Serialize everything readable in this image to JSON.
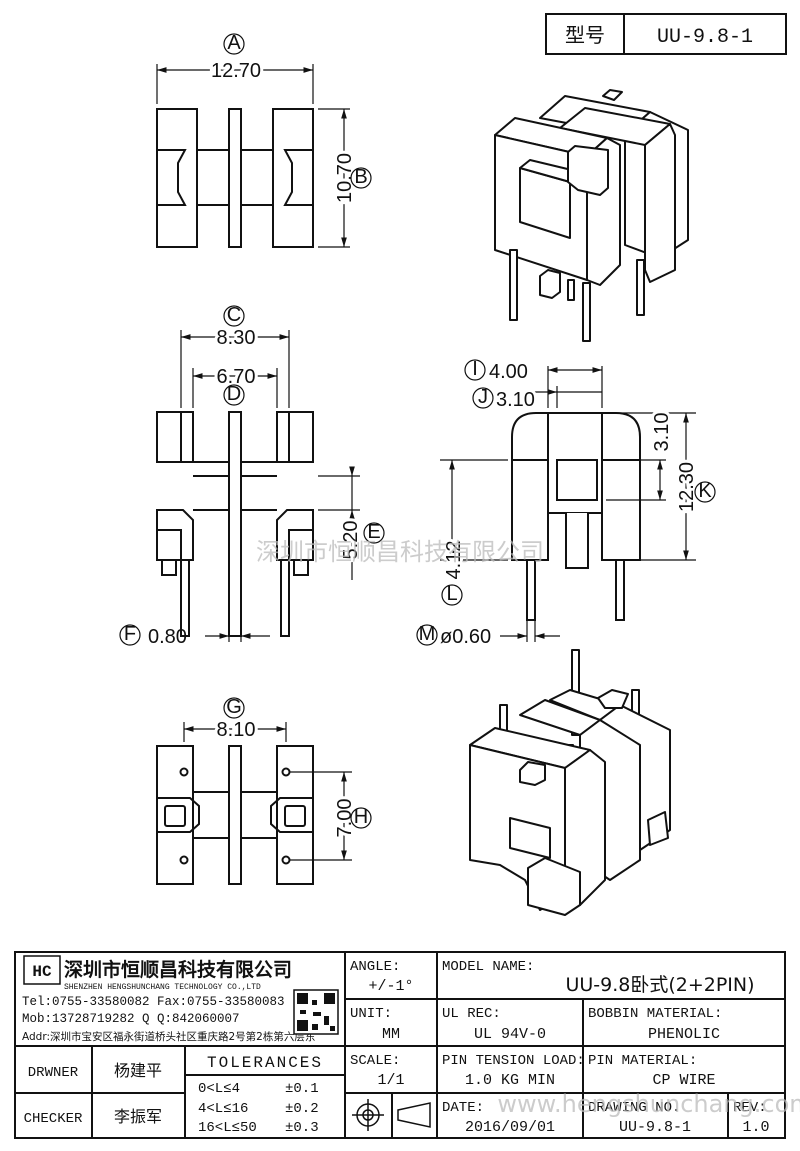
{
  "model_box": {
    "label": "型号",
    "value": "UU-9.8-1"
  },
  "dimensions": {
    "A": {
      "letter": "A",
      "value": "12.70"
    },
    "B": {
      "letter": "B",
      "value": "10.70"
    },
    "C": {
      "letter": "C",
      "value": "8.30"
    },
    "D": {
      "letter": "D",
      "value": "6.70"
    },
    "E": {
      "letter": "E",
      "value": "5.20"
    },
    "F": {
      "letter": "F",
      "value": "0.80"
    },
    "G": {
      "letter": "G",
      "value": "8.10"
    },
    "H": {
      "letter": "H",
      "value": "7.00"
    },
    "I": {
      "letter": "I",
      "value": "4.00"
    },
    "J": {
      "letter": "J",
      "value": "3.10"
    },
    "J2": {
      "value": "3.10"
    },
    "K": {
      "letter": "K",
      "value": "12.30"
    },
    "L": {
      "letter": "L",
      "value": "4.12"
    },
    "M": {
      "letter": "M",
      "value": "ø0.60"
    }
  },
  "watermark_center": "深圳市恒顺昌科技有限公司",
  "watermark_url": "www.hengshunchang.com",
  "company": {
    "logo_text": "HC",
    "name_cn": "深圳市恒顺昌科技有限公司",
    "name_en": "SHENZHEN HENGSHUNCHANG TECHNOLOGY CO.,LTD",
    "tel_fax": "Tel:0755-33580082 Fax:0755-33580083",
    "mob_qq": "Mob:13728719282    Q Q:842060007",
    "addr": "Addr:深圳市宝安区福永街道桥头社区重庆路2号第2栋第六层东"
  },
  "title_block": {
    "angle_label": "ANGLE:",
    "angle_value": "+/-1°",
    "unit_label": "UNIT:",
    "unit_value": "MM",
    "scale_label": "SCALE:",
    "scale_value": "1/1",
    "model_name_label": "MODEL NAME:",
    "model_name_value": "UU-9.8卧式(2+2PIN)",
    "ul_rec_label": "UL REC:",
    "ul_rec_value": "UL 94V-0",
    "bobbin_material_label": "BOBBIN MATERIAL:",
    "bobbin_material_value": "PHENOLIC",
    "pin_tension_label": "PIN TENSION LOAD:",
    "pin_tension_value": "1.0 KG MIN",
    "pin_material_label": "PIN MATERIAL:",
    "pin_material_value": "CP WIRE",
    "date_label": "DATE:",
    "date_value": "2016/09/01",
    "drawing_no_label": "DRAWING NO.",
    "drawing_no_value": "UU-9.8-1",
    "rev_label": "REV:",
    "rev_value": "1.0",
    "drwner_label": "DRWNER",
    "drwner_value": "杨建平",
    "checker_label": "CHECKER",
    "checker_value": "李振军",
    "tolerances_title": "TOLERANCES",
    "tol_rows": [
      {
        "range": "0<L≤4",
        "tol": "±0.1"
      },
      {
        "range": "4<L≤16",
        "tol": "±0.2"
      },
      {
        "range": "16<L≤50",
        "tol": "±0.3"
      }
    ]
  }
}
